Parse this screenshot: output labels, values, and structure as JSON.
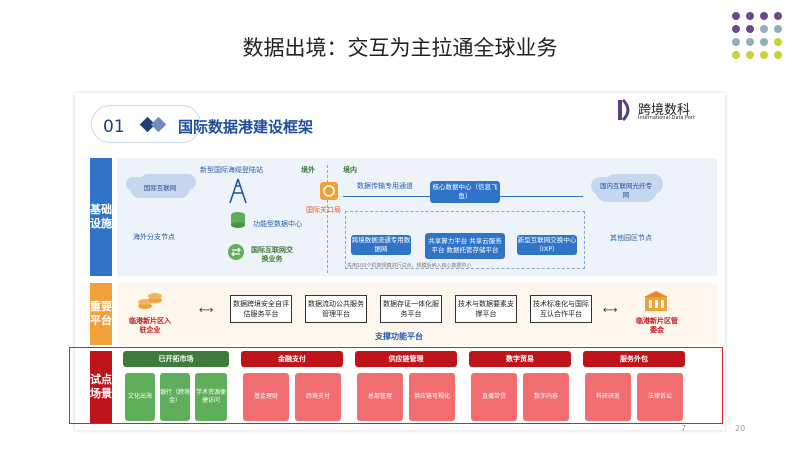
{
  "slide": {
    "title": "数据出境：交互为主拉通全球业务",
    "page_inner": "7",
    "page_outer": "20"
  },
  "colors": {
    "navy": "#1e3f77",
    "blue": "#2f74c6",
    "orange": "#f0a13a",
    "red": "#e02020",
    "pilot_header": "#c0141a",
    "pilot_cell": "#f26d6f",
    "green_header": "#3f7b3a",
    "green_cell": "#5fae5a"
  },
  "header": {
    "number": "01",
    "title": "国际数据港建设框架"
  },
  "brand": {
    "name": "跨境数科",
    "subtitle": "International Data Port"
  },
  "rows": {
    "infra_label": "基础设施",
    "platform_label": "重要平台",
    "pilot_label": "试点场景"
  },
  "infra": {
    "cloud_left": "国际互联网",
    "overseas_node": "海外分支节点",
    "landing_station": "新型国际海缆登陆站",
    "border_out": "境外",
    "border_in": "境内",
    "gateway": "国际关口局",
    "func_dc": "功能型数据中心",
    "intl_exchange": "国际互联网交换业务",
    "channel": "数据传输专用通道",
    "core_dc": "核心数据中心（信息飞鱼）",
    "cloud_right": "国内互联网光纤专网",
    "other_nodes": "其他园区节点",
    "cross_border": "跨境数据流通专用数据网",
    "shared_platform": "共享算力平台 共享云服务平台 数据托管存储平台",
    "ixp": "新型互联网交换中心（IXP）",
    "note": "先用100个机架规模进行试点，规模后纳入核心数据中心"
  },
  "platforms": {
    "left_label": "临港新片区入驻企业",
    "right_label": "临港新片区管委会",
    "items": [
      "数据跨境安全自评估服务平台",
      "数据流动公共服务管理平台",
      "数据存证一体化服务平台",
      "技术与数据要素支撑平台",
      "技术标准化与国际互认合作平台"
    ],
    "support_caption": "支撑功能平台"
  },
  "pilots": {
    "groups": [
      {
        "title": "已开拓市场",
        "items": [
          "文化出海",
          "银行（跨境金）",
          "学术资源便捷访问"
        ]
      },
      {
        "title": "金融支付",
        "items": [
          "基金理财",
          "跨境支付"
        ]
      },
      {
        "title": "供应链管理",
        "items": [
          "总部管理",
          "供应链可视化"
        ]
      },
      {
        "title": "数字贸易",
        "items": [
          "直播带货",
          "数字内容"
        ]
      },
      {
        "title": "服务外包",
        "items": [
          "科研研发",
          "法律诉讼"
        ]
      }
    ]
  }
}
